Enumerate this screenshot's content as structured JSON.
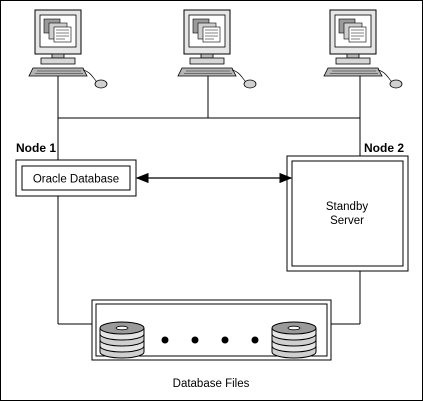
{
  "nodes": {
    "node1_label": "Node 1",
    "node2_label": "Node 2"
  },
  "boxes": {
    "primary_label": "Oracle Database",
    "standby_line1": "Standby",
    "standby_line2": "Server"
  },
  "storage": {
    "caption": "Database Files",
    "ellipsis_dots": 4
  },
  "clients": {
    "count": 3
  }
}
